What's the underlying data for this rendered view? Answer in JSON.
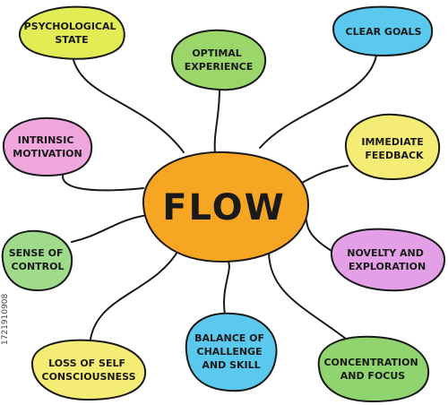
{
  "center": {
    "label": "FLOW",
    "color": "#f6a623"
  },
  "bubbles": [
    {
      "id": "psychological-state",
      "lines": [
        "PSYCHOLOGICAL",
        "STATE"
      ],
      "color": "#e2ec55"
    },
    {
      "id": "optimal-experience",
      "lines": [
        "OPTIMAL",
        "EXPERIENCE"
      ],
      "color": "#9bd66b"
    },
    {
      "id": "clear-goals",
      "lines": [
        "CLEAR GOALS"
      ],
      "color": "#5bc8ee"
    },
    {
      "id": "intrinsic-motivation",
      "lines": [
        "INTRINSIC",
        "MOTIVATION"
      ],
      "color": "#eea6dc"
    },
    {
      "id": "immediate-feedback",
      "lines": [
        "IMMEDIATE",
        "FEEDBACK"
      ],
      "color": "#f4ec74"
    },
    {
      "id": "sense-of-control",
      "lines": [
        "SENSE OF",
        "CONTROL"
      ],
      "color": "#9fdb8a"
    },
    {
      "id": "novelty-exploration",
      "lines": [
        "NOVELTY AND",
        "EXPLORATION"
      ],
      "color": "#e3a0e6"
    },
    {
      "id": "balance-challenge-skill",
      "lines": [
        "BALANCE OF",
        "CHALLENGE",
        "AND SKILL"
      ],
      "color": "#5bc8ee"
    },
    {
      "id": "loss-self-consciousness",
      "lines": [
        "LOSS OF SELF",
        "CONSCIOUSNESS"
      ],
      "color": "#f4ec74"
    },
    {
      "id": "concentration-focus",
      "lines": [
        "CONCENTRATION",
        "AND FOCUS"
      ],
      "color": "#8fd46f"
    }
  ],
  "side_text": "1721910908"
}
